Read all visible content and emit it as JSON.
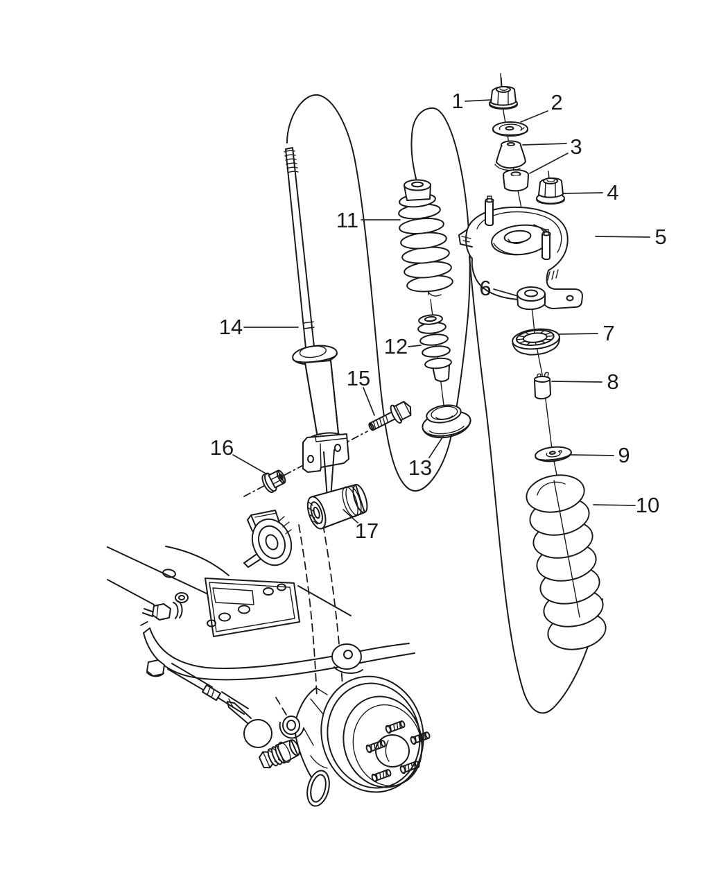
{
  "diagram": {
    "background": "#ffffff",
    "line_color": "#1a1a1a",
    "type": "exploded-parts-diagram"
  },
  "callouts": [
    {
      "id": 1,
      "label": "1"
    },
    {
      "id": 2,
      "label": "2"
    },
    {
      "id": 3,
      "label": "3"
    },
    {
      "id": 4,
      "label": "4"
    },
    {
      "id": 5,
      "label": "5"
    },
    {
      "id": 6,
      "label": "6"
    },
    {
      "id": 7,
      "label": "7"
    },
    {
      "id": 8,
      "label": "8"
    },
    {
      "id": 9,
      "label": "9"
    },
    {
      "id": 10,
      "label": "10"
    },
    {
      "id": 11,
      "label": "11"
    },
    {
      "id": 12,
      "label": "12"
    },
    {
      "id": 13,
      "label": "13"
    },
    {
      "id": 14,
      "label": "14"
    },
    {
      "id": 15,
      "label": "15"
    },
    {
      "id": 16,
      "label": "16"
    },
    {
      "id": 17,
      "label": "17"
    }
  ]
}
